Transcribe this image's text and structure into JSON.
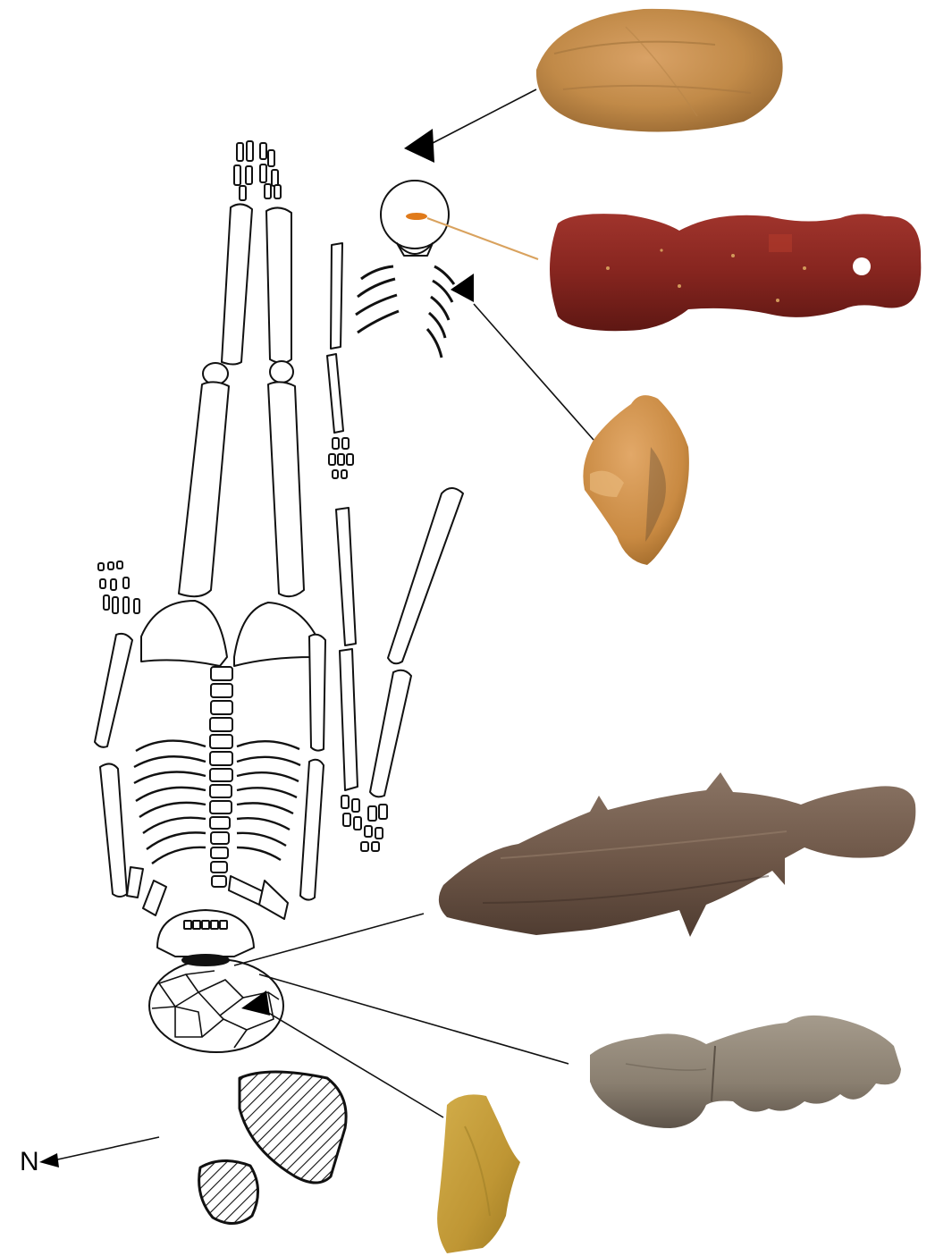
{
  "compass": {
    "label": "N"
  },
  "colors": {
    "line": "#111111",
    "pendant_link": "#d9a25e",
    "flint_orange": "#c98a3e",
    "flint_yellow": "#c7a43f",
    "red_stone": "#8a2621",
    "bone_dark": "#6e5648",
    "bone_grey": "#8f8373"
  },
  "artifacts": [
    {
      "id": "flint-leaf-point",
      "material": "flint"
    },
    {
      "id": "red-stone-pendant",
      "material": "red stone"
    },
    {
      "id": "flint-flake-upper",
      "material": "flint"
    },
    {
      "id": "bone-figurine-large",
      "material": "bone"
    },
    {
      "id": "bone-figurine-small",
      "material": "bone"
    },
    {
      "id": "flint-blade-lower",
      "material": "flint"
    }
  ]
}
